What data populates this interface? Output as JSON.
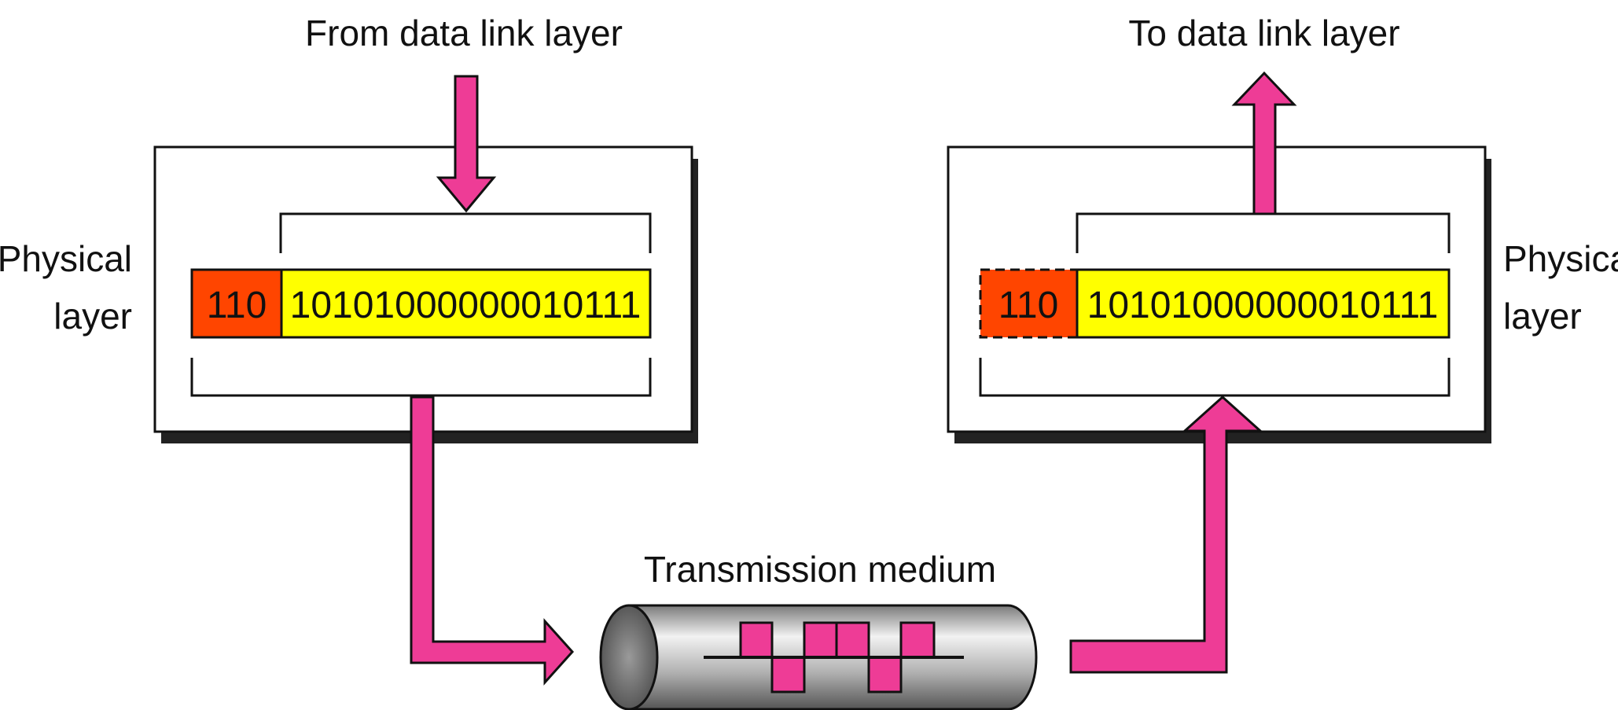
{
  "labels": {
    "from_data_link": "From data link layer",
    "to_data_link": "To data link layer",
    "medium": "Transmission medium",
    "left_physical_line1": "Physical",
    "left_physical_line2": "layer",
    "right_physical_line1": "Physica",
    "right_physical_line2": "layer"
  },
  "sender": {
    "header": "110",
    "data": "10101000000010111"
  },
  "receiver": {
    "header": "110",
    "data": "10101000000010111"
  },
  "colors": {
    "arrow": "#ee3c96",
    "header": "#ff4500",
    "data": "#ffff00",
    "shadow": "#222222",
    "medium": "#b8b8b8"
  }
}
